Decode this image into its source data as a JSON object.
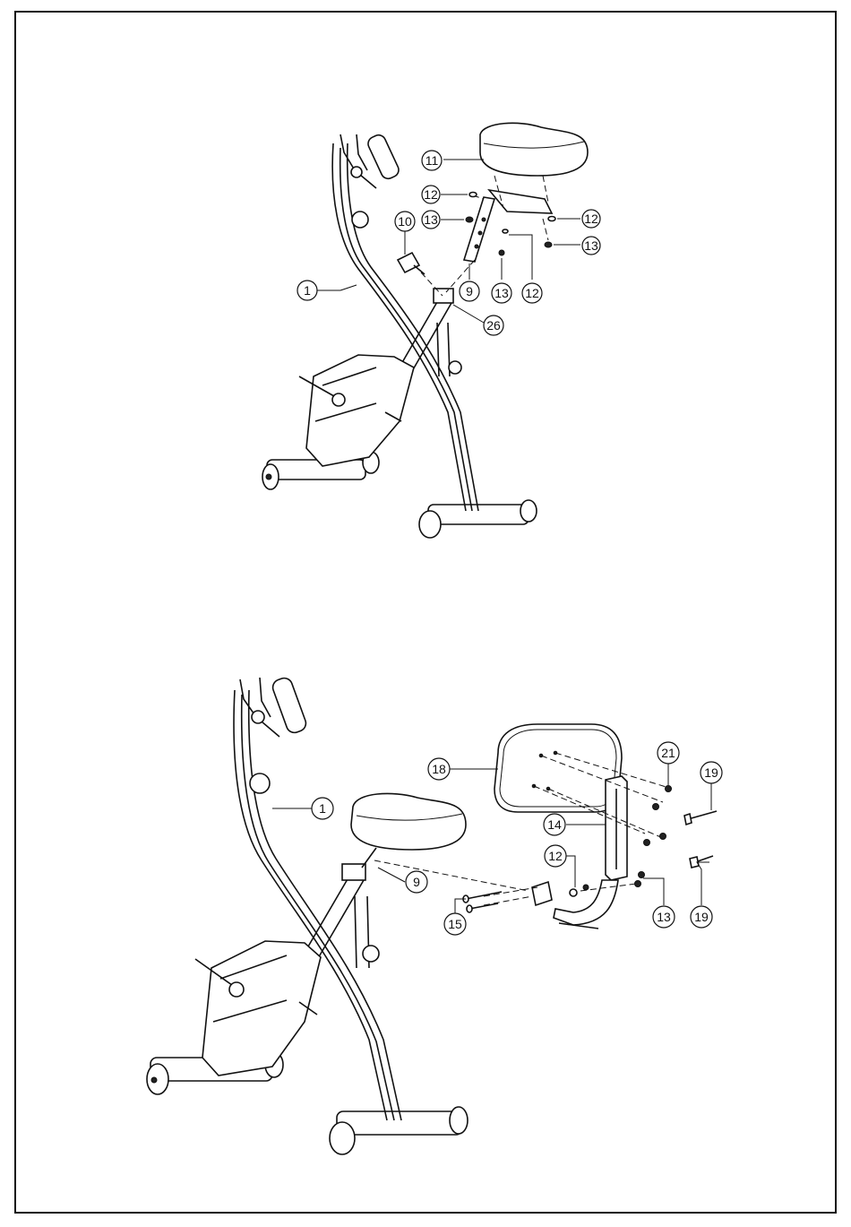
{
  "diagram_1": {
    "callouts": [
      {
        "id": "c1-11",
        "label": "11"
      },
      {
        "id": "c1-12a",
        "label": "12"
      },
      {
        "id": "c1-13a",
        "label": "13"
      },
      {
        "id": "c1-10",
        "label": "10"
      },
      {
        "id": "c1-12b",
        "label": "12"
      },
      {
        "id": "c1-13b",
        "label": "13"
      },
      {
        "id": "c1-1",
        "label": "1"
      },
      {
        "id": "c1-9",
        "label": "9"
      },
      {
        "id": "c1-13c",
        "label": "13"
      },
      {
        "id": "c1-12c",
        "label": "12"
      },
      {
        "id": "c1-26",
        "label": "26"
      }
    ]
  },
  "diagram_2": {
    "callouts": [
      {
        "id": "c2-18",
        "label": "18"
      },
      {
        "id": "c2-21",
        "label": "21"
      },
      {
        "id": "c2-19a",
        "label": "19"
      },
      {
        "id": "c2-1",
        "label": "1"
      },
      {
        "id": "c2-14",
        "label": "14"
      },
      {
        "id": "c2-12",
        "label": "12"
      },
      {
        "id": "c2-9",
        "label": "9"
      },
      {
        "id": "c2-15",
        "label": "15"
      },
      {
        "id": "c2-13",
        "label": "13"
      },
      {
        "id": "c2-19b",
        "label": "19"
      }
    ]
  }
}
